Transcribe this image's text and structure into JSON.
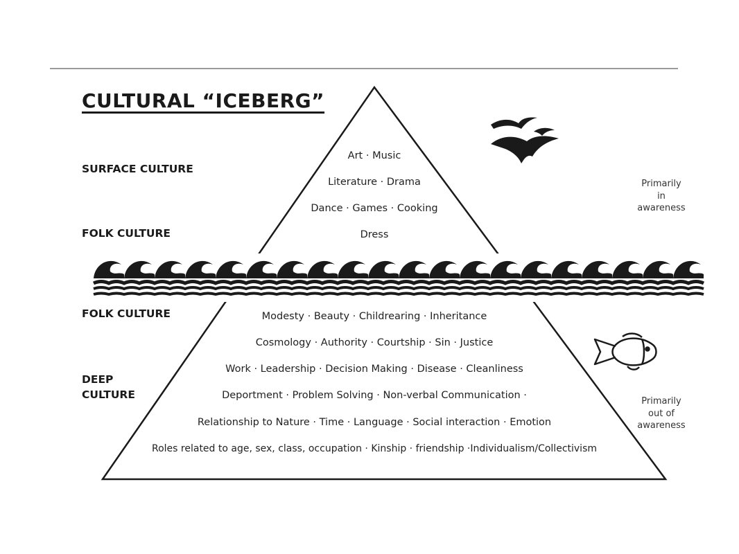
{
  "title": "CULTURAL “ICEBERG”",
  "left_labels": {
    "surface": "SURFACE CULTURE",
    "folk_upper": "FOLK CULTURE",
    "folk_lower": "FOLK CULTURE",
    "deep": "DEEP\nCULTURE"
  },
  "awareness": {
    "above": "Primarily\nin\nawareness",
    "below": "Primarily\nout of\nawareness"
  },
  "above_water": [
    "Art  · Music",
    "Literature · Drama",
    "Dance  · Games  · Cooking",
    "Dress"
  ],
  "below_water": [
    "Modesty  · Beauty  · Childrearing  · Inheritance",
    "Cosmology  · Authority  · Courtship  · Sin  · Justice",
    "Work  · Leadership  · Decision Making  · Disease  · Cleanliness",
    "Deportment · Problem Solving  ·  Non-verbal Communication  ·",
    "Relationship to Nature  · Time  · Language  ·  Social interaction  ·  Emotion",
    "Roles related to age, sex, class, occupation  · Kinship  · friendship  ·Individualism/Collectivism"
  ],
  "icons": {
    "birds": "birds-icon",
    "waves": "waves-icon",
    "fish": "fish-icon"
  },
  "colors": {
    "ink": "#1a1a1a",
    "rule": "#9a9a9a"
  }
}
